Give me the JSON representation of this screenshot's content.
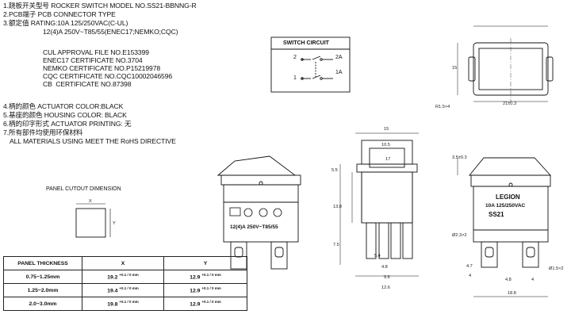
{
  "spec": {
    "l1": "1.跷板开关型号 ROCKER SWITCH MODEL NO.SS21-BBNNG-R",
    "l2": "2.PCB端子 PCB CONNECTOR TYPE",
    "l3": "3.额定值 RATING:10A 125/250VAC(C-UL)",
    "l4": "12(4)A 250V~T85/55(ENEC17;NEMKO;CQC)",
    "l5": "CUL APPROVAL FILE NO.E153399",
    "l6": "ENEC17 CERTIFICATE NO.3704",
    "l7": "NEMKO CERTIFICATE NO.P15219978",
    "l8": "CQC CERTIFICATE NO.CQC10002046596",
    "l9": "CB  CERTIFICATE NO.87398",
    "l10": "4.柄的颜色 ACTUATOR COLOR:BLACK",
    "l11": "5.基座的颜色 HOUSING COLOR: BLACK",
    "l12": "6.柄的印字形式 ACTUATOR PRINTING: 无",
    "l13": "7.所有部件均使用环保材料",
    "l14": "ALL MATERIALS USING MEET THE RoHS DIRECTIVE"
  },
  "circuit": {
    "title": "SWITCH CIRCUIT",
    "t2": "2",
    "t2a": "2A",
    "t1": "1",
    "t1a": "1A"
  },
  "cutout": {
    "title": "PANEL CUTOUT DIMENSION",
    "x": "X",
    "y": "Y"
  },
  "table": {
    "headers": [
      "PANEL THICKNESS",
      "X",
      "Y"
    ],
    "rows": [
      [
        "0.75~1.25mm",
        "19.2",
        "12.9"
      ],
      [
        "1.25~2.0mm",
        "19.4",
        "12.9"
      ],
      [
        "2.0~3.0mm",
        "19.8",
        "12.9"
      ]
    ],
    "tol_x": "+0.1 / 0 mm",
    "tol_y": "+0.1 / 0 mm"
  },
  "side_label": "12(4)A  250V~T85/55",
  "right_view": {
    "brand": "LEGION",
    "rating": "10A  125/250VAC",
    "model": "SS21"
  },
  "dims": {
    "d15": "15",
    "d105": "10.5",
    "d55": "5.5",
    "d17": "17",
    "d133": "13.8",
    "d75": "7.5",
    "d48": "4.8",
    "d54": "5.4",
    "d96": "9.6",
    "d126": "12.6",
    "d35": "3.5±0.3",
    "d21": "21±0.3",
    "d15b": "15",
    "r15": "R1.5×4",
    "h23": "Ø2.3×2",
    "h15": "Ø1.5×2",
    "d47": "4.7",
    "d4": "4",
    "d48b": "4.8",
    "d188": "18.8",
    "d4b": "4"
  }
}
